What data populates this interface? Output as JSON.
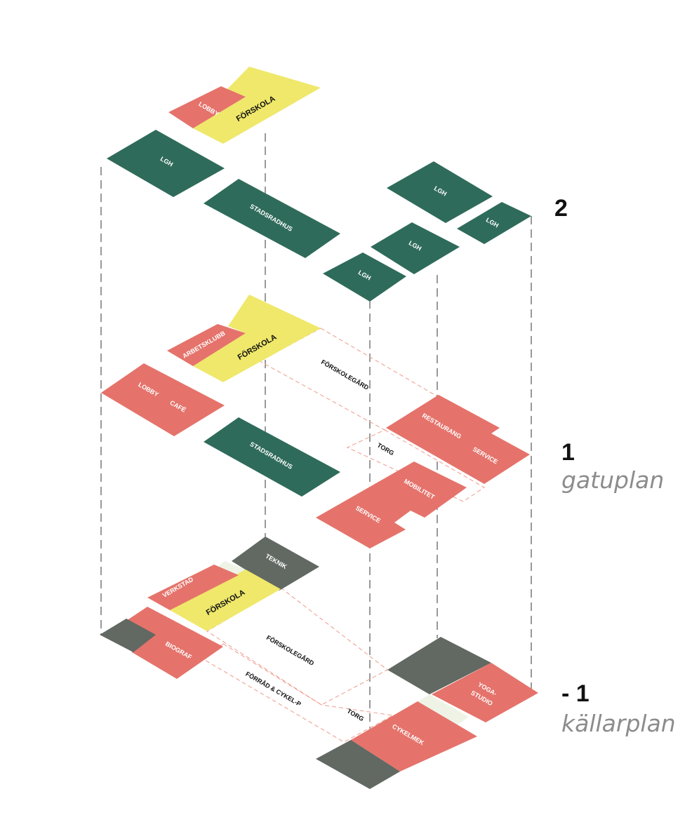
{
  "colors": {
    "green": "#2f6b5a",
    "salmon": "#e5736b",
    "yellow": "#efe86a",
    "gray": "#626862",
    "cream": "#eef3e6",
    "outline": "#ef9a8c",
    "guide": "#333333"
  },
  "levels": [
    {
      "number": "2",
      "subtitle": ""
    },
    {
      "number": "1",
      "subtitle": "gatuplan"
    },
    {
      "number": "- 1",
      "subtitle": "källarplan"
    }
  ],
  "labels": {
    "lobby_top": "LOBBY",
    "forskola_top": "FÖRSKOLA",
    "lgh_a": "LGH",
    "stadsradhus_top": "STADSRADHUS",
    "lgh_b": "LGH",
    "lgh_c": "LGH",
    "lgh_d": "LGH",
    "lgh_e": "LGH",
    "arbetsklubb": "ARBETSKLUBB",
    "forskola_mid": "FÖRSKOLA",
    "forskolegard_mid": "FÖRSKOLEGÅRD",
    "lobby_mid": "LOBBY",
    "cafe": "CAFÉ",
    "stadsradhus_mid": "STADSRADHUS",
    "restaurang": "RESTAURANG",
    "service_r": "SERVICE",
    "torg_mid": "TORG",
    "mobilitet": "MOBILITET",
    "service_l": "SERVICE",
    "teknik": "TEKNIK",
    "verkstad": "VERKSTAD",
    "forskola_low": "FÖRSKOLA",
    "biograf": "BIOGRAF",
    "forskolegard_low": "FÖRSKOLEGÅRD",
    "forrad": "FÖRRÅD & CYKEL-P",
    "torg_low": "TORG",
    "yoga": "YOGA-",
    "studio": "STUDIO",
    "cykelmek": "CYKELMEK"
  }
}
